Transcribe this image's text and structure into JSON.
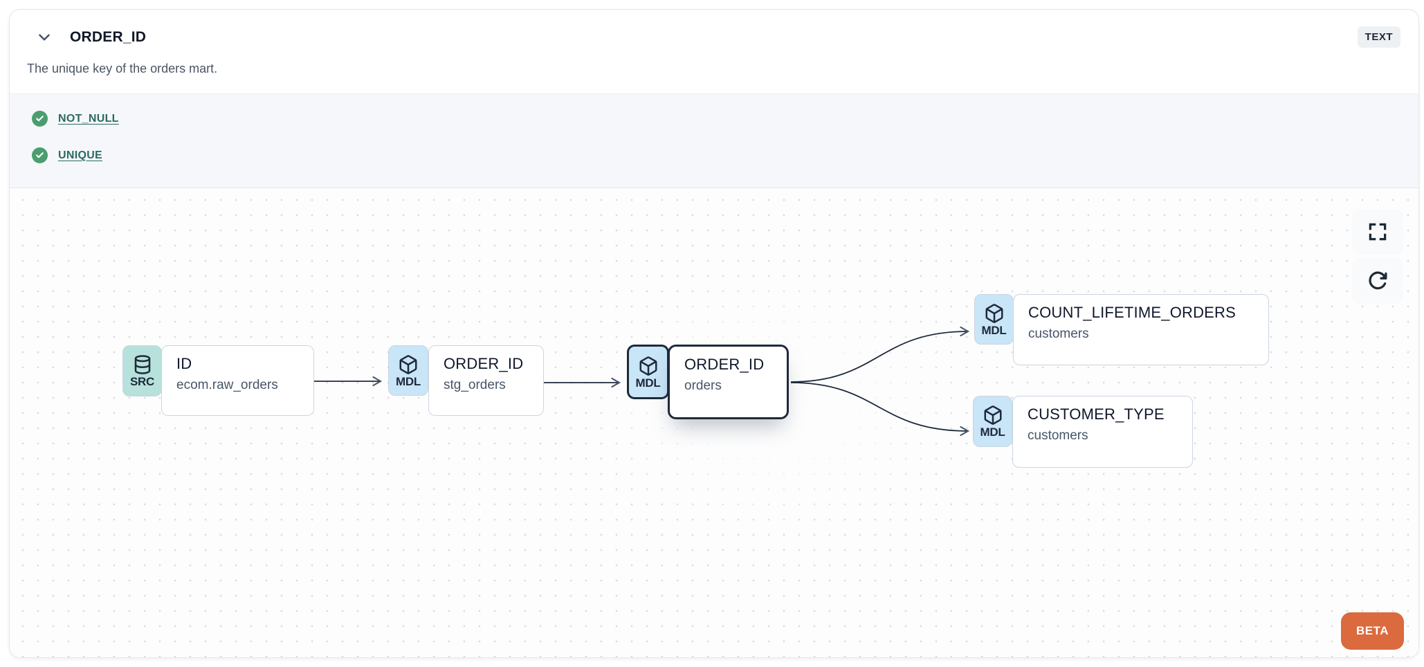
{
  "panel": {
    "title": "ORDER_ID",
    "type_badge": "TEXT",
    "description": "The unique key of the orders mart."
  },
  "tests": {
    "items": [
      {
        "label": "NOT_NULL",
        "status": "pass"
      },
      {
        "label": "UNIQUE",
        "status": "pass"
      }
    ]
  },
  "lineage": {
    "nodes": [
      {
        "badge": "SRC",
        "icon": "database-icon",
        "title": "ID",
        "subtitle": "ecom.raw_orders",
        "selected": false
      },
      {
        "badge": "MDL",
        "icon": "cube-icon",
        "title": "ORDER_ID",
        "subtitle": "stg_orders",
        "selected": false
      },
      {
        "badge": "MDL",
        "icon": "cube-icon",
        "title": "ORDER_ID",
        "subtitle": "orders",
        "selected": true
      },
      {
        "badge": "MDL",
        "icon": "cube-icon",
        "title": "COUNT_LIFETIME_ORDERS",
        "subtitle": "customers",
        "selected": false
      },
      {
        "badge": "MDL",
        "icon": "cube-icon",
        "title": "CUSTOMER_TYPE",
        "subtitle": "customers",
        "selected": false
      }
    ],
    "edges": [
      {
        "from": "ID (ecom.raw_orders)",
        "to": "ORDER_ID (stg_orders)"
      },
      {
        "from": "ORDER_ID (stg_orders)",
        "to": "ORDER_ID (orders)"
      },
      {
        "from": "ORDER_ID (orders)",
        "to": "COUNT_LIFETIME_ORDERS (customers)"
      },
      {
        "from": "ORDER_ID (orders)",
        "to": "CUSTOMER_TYPE (customers)"
      }
    ]
  },
  "beta_label": "BETA",
  "colors": {
    "src_badge": "#b7e1db",
    "mdl_badge": "#c9e5f8",
    "selected_border": "#1e293b",
    "node_border": "#cbd5e1",
    "link": "#2b6a64",
    "check_green": "#4a9d6f",
    "beta_orange": "#db6a3f",
    "type_badge_bg": "#eef1f4"
  }
}
